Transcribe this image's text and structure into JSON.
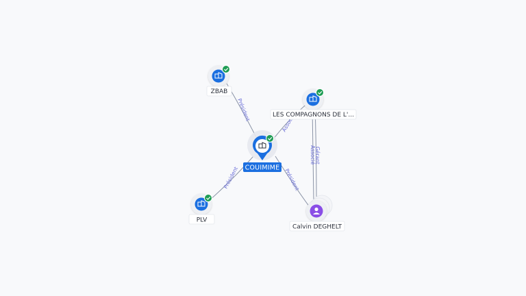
{
  "colors": {
    "company_blue": "#1b6fe0",
    "person_purple": "#8a4ee6",
    "check_green": "#1f9d55",
    "edge_gray": "#8a93a6",
    "edge_label": "#6b6fd8"
  },
  "nodes": {
    "zbab": {
      "label": "ZBAB",
      "icon": "building-icon",
      "verified": true
    },
    "compagnons": {
      "label": "LES COMPAGNONS DE L'...",
      "icon": "building-icon",
      "verified": true
    },
    "couimime": {
      "label": "COUIMIME",
      "icon": "building-icon",
      "verified": true
    },
    "plv": {
      "label": "PLV",
      "icon": "building-icon",
      "verified": true
    },
    "calvin": {
      "label": "Calvin DEGHELT",
      "icon": "person-icon",
      "verified": false
    }
  },
  "edges": {
    "zbab_couimime": "Président",
    "compagnons_couimime": "Associé",
    "plv_couimime": "Président",
    "calvin_couimime": "Président",
    "calvin_compagnons_1": "Gérant",
    "calvin_compagnons_2": "Associé"
  }
}
